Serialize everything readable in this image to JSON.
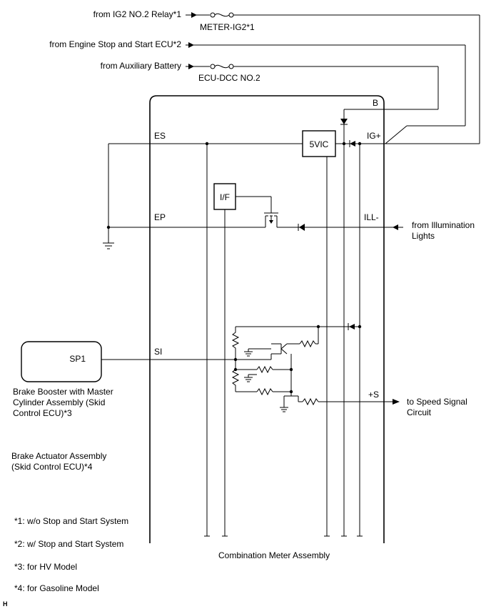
{
  "inputs": {
    "ig2_relay": "from IG2 NO.2 Relay*1",
    "engine_ecu": "from Engine Stop and Start ECU*2",
    "aux_battery": "from Auxiliary Battery"
  },
  "fuses": {
    "meter_ig2": "METER-IG2*1",
    "ecu_dcc": "ECU-DCC NO.2"
  },
  "terminals": {
    "b": "B",
    "es": "ES",
    "ig_plus": "IG+",
    "ep": "EP",
    "ill_minus": "ILL-",
    "si": "SI",
    "s_plus": "+S",
    "sp1": "SP1"
  },
  "components": {
    "vic": "5VIC",
    "interface": "I/F"
  },
  "labels": {
    "illumination_1": "from Illumination",
    "illumination_2": "Lights",
    "speed_1": "to Speed Signal",
    "speed_2": "Circuit",
    "booster_1": "Brake Booster with Master",
    "booster_2": "Cylinder Assembly (Skid",
    "booster_3": "Control ECU)*3",
    "actuator_1": "Brake Actuator Assembly",
    "actuator_2": "(Skid Control ECU)*4",
    "meter_assembly": "Combination Meter Assembly"
  },
  "notes": [
    "*1: w/o Stop and Start System",
    "*2: w/ Stop and Start System",
    "*3: for HV Model",
    "*4: for Gasoline Model"
  ],
  "corner_mark": "H"
}
